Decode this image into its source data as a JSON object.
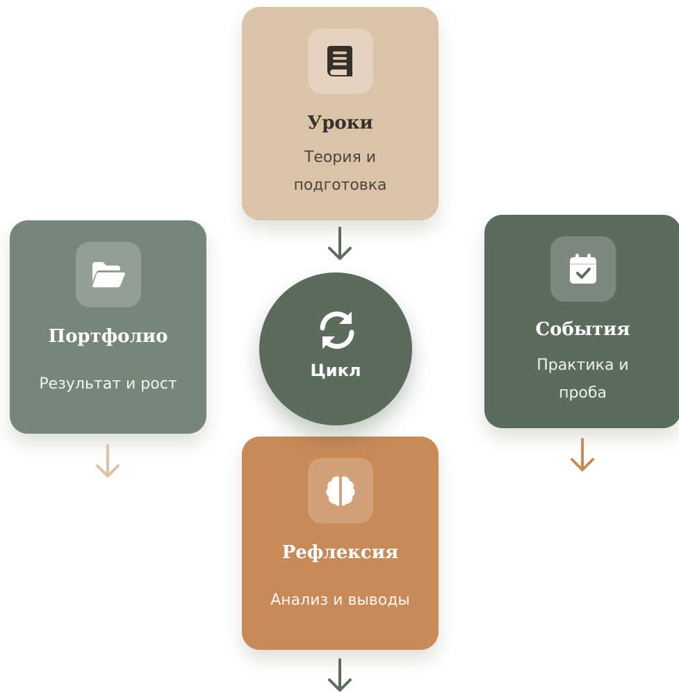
{
  "center": {
    "label": "Цикл",
    "icon": "sync-icon",
    "color": "#5c6c5c"
  },
  "cards": {
    "lessons": {
      "title": "Уроки",
      "description": "Теория и подготовка",
      "icon": "book-icon",
      "color": "#dbc3a7"
    },
    "portfolio": {
      "title": "Портфолио",
      "description": "Результат и рост",
      "icon": "folder-open-icon",
      "color": "#76877a"
    },
    "events": {
      "title": "События",
      "description": "Практика и проба",
      "icon": "calendar-check-icon",
      "color": "#5c6c5c"
    },
    "reflection": {
      "title": "Рефлексия",
      "description": "Анализ и выводы",
      "icon": "brain-icon",
      "color": "#c88a58"
    }
  },
  "arrows": {
    "lessons": {
      "icon": "arrow-down-icon",
      "color": "#5c6c5c"
    },
    "portfolio": {
      "icon": "arrow-down-icon",
      "color": "#dbc3a7"
    },
    "events": {
      "icon": "arrow-down-icon",
      "color": "#c88a58"
    },
    "reflection": {
      "icon": "arrow-down-icon",
      "color": "#5c6c5c"
    }
  }
}
